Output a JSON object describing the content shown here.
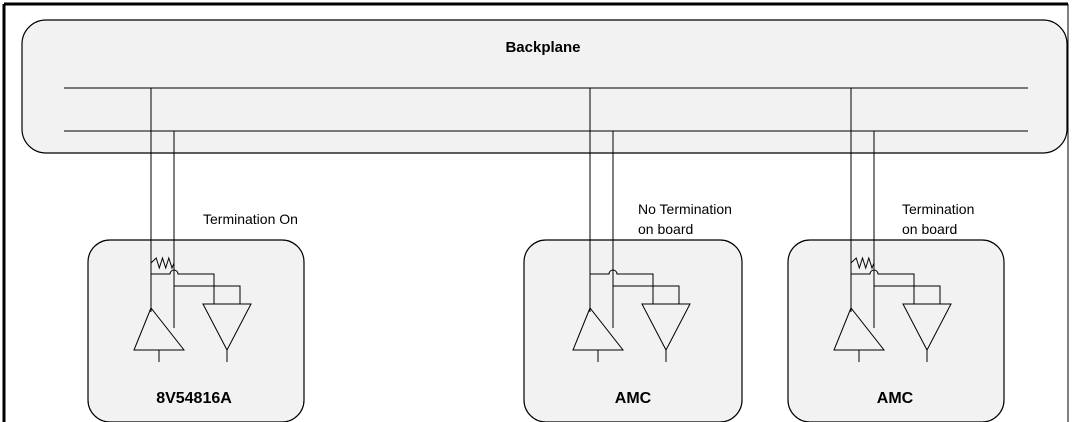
{
  "backplane": {
    "label": "Backplane"
  },
  "cards": [
    {
      "name": "8V54816A",
      "annotation": [
        "Termination On"
      ],
      "termination": true
    },
    {
      "name": "AMC",
      "annotation": [
        "No Termination",
        "on board"
      ],
      "termination": false
    },
    {
      "name": "AMC",
      "annotation": [
        "Termination",
        "on board"
      ],
      "termination": true
    }
  ]
}
